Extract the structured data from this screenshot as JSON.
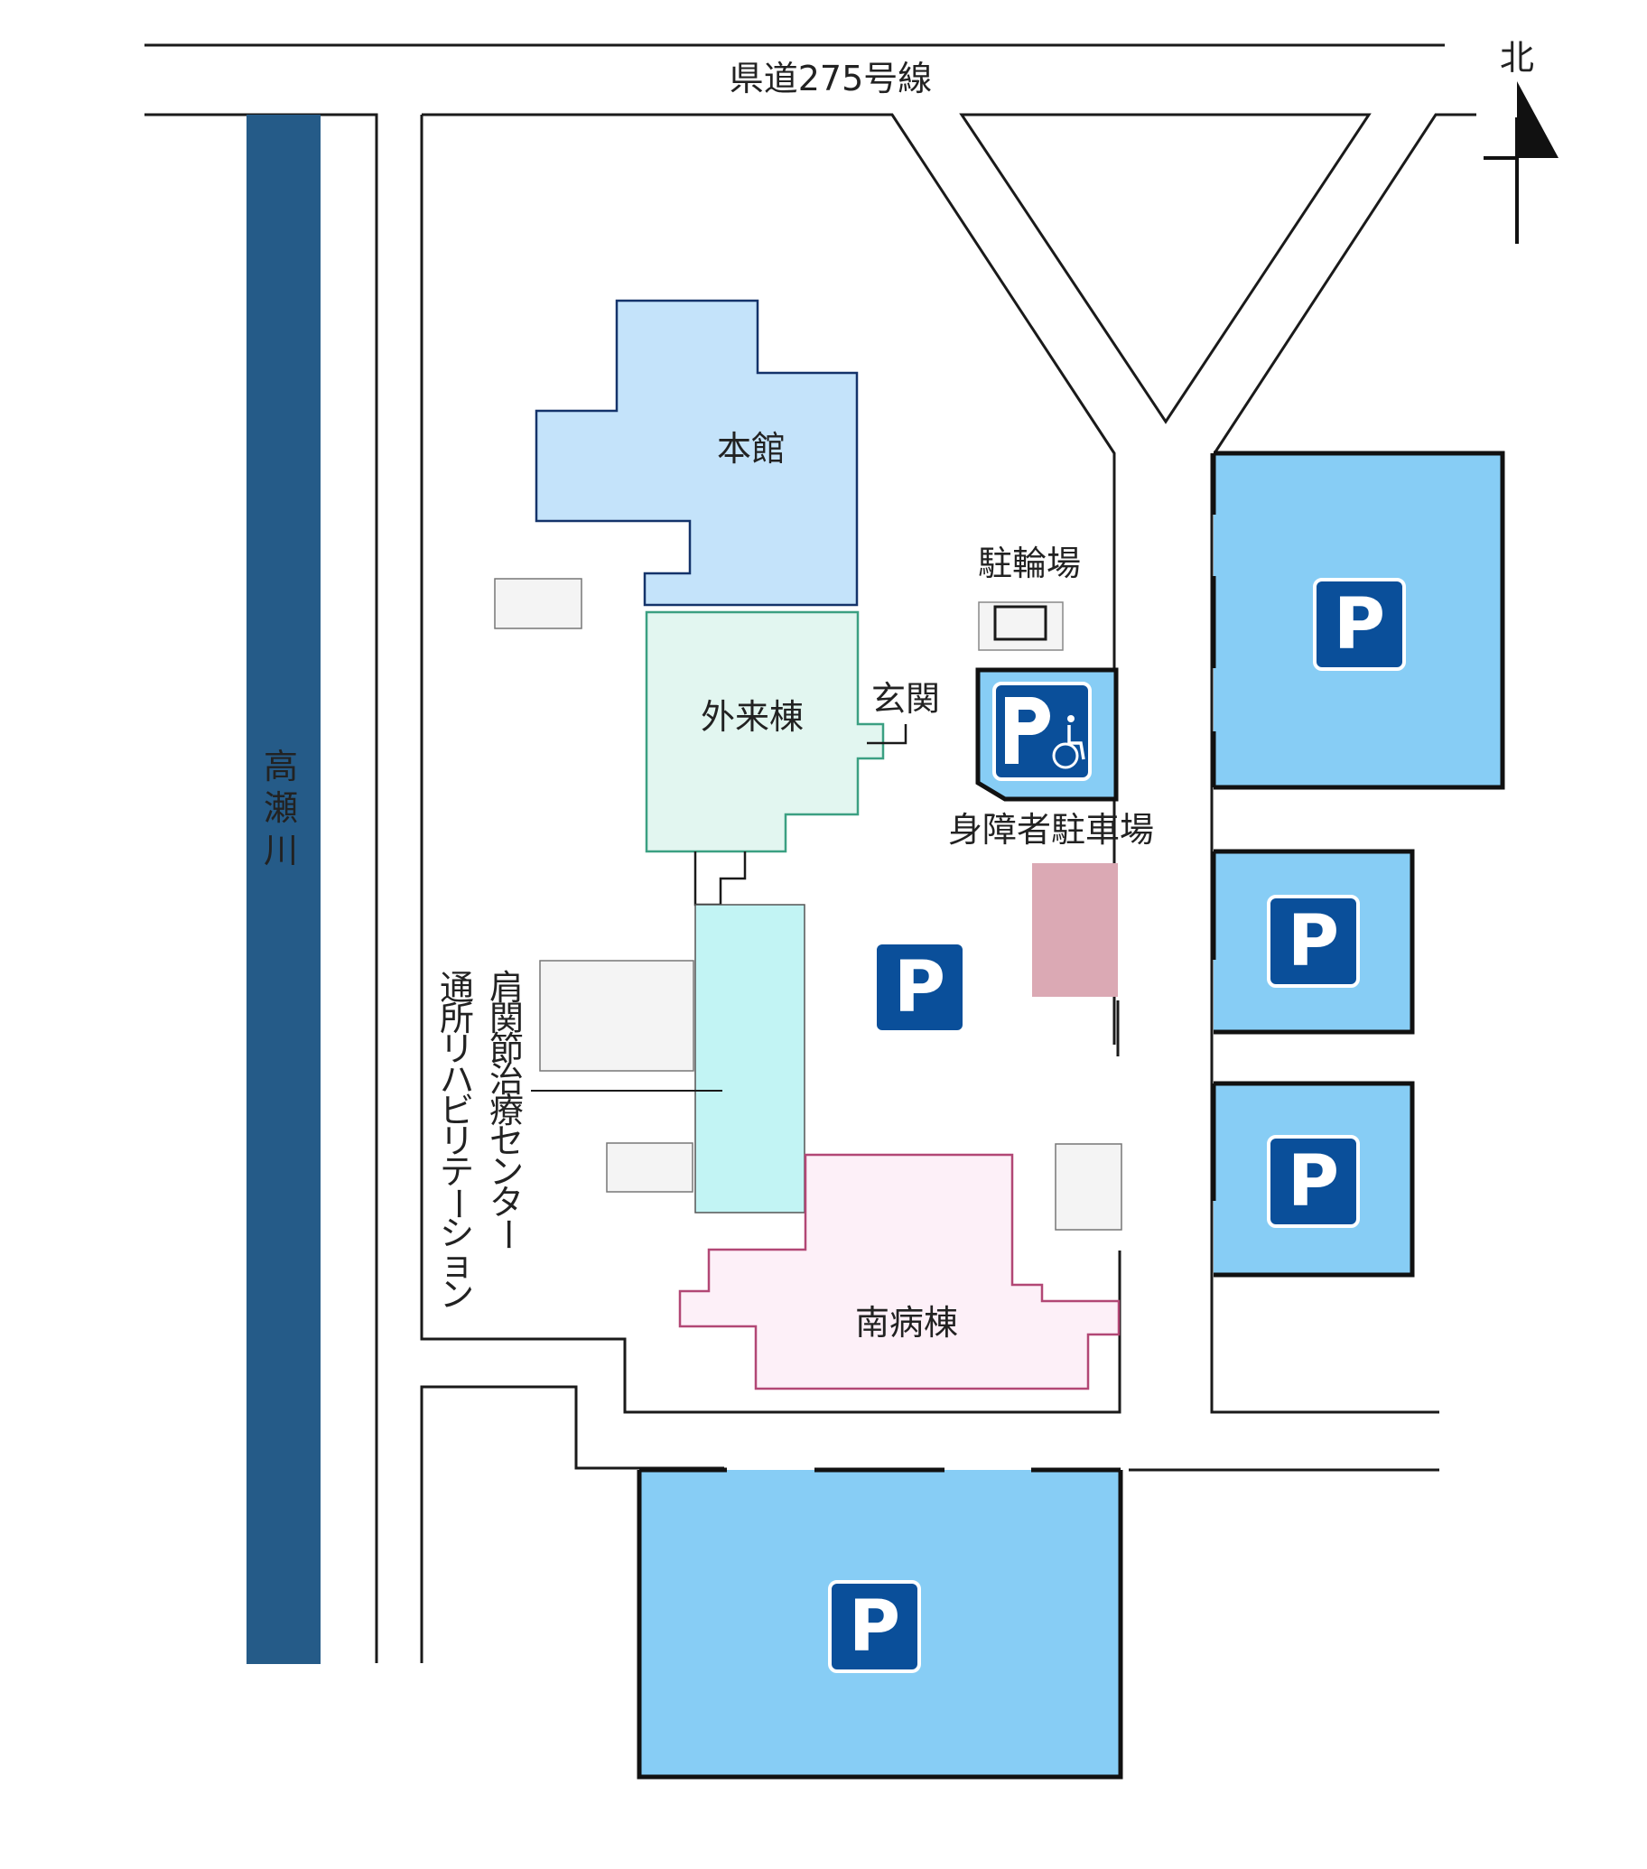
{
  "road_name": "県道275号線",
  "north_label": "北",
  "river_name": [
    "高",
    "瀬",
    "川"
  ],
  "buildings": {
    "honkan": "本館",
    "gairai": "外来棟",
    "entrance": "玄関",
    "minami": "南病棟",
    "shoulder_center": [
      "肩",
      "関",
      "節",
      "治",
      "療",
      "セ",
      "ン",
      "タ",
      "ー"
    ],
    "rehab": [
      "通",
      "所",
      "リ",
      "ハ",
      "ビ",
      "リ",
      "テ",
      "ー",
      "シ",
      "ョ",
      "ン"
    ]
  },
  "bicycle_parking": "駐輪場",
  "accessible_parking": "身障者駐車場",
  "parking_symbol": "P",
  "colors": {
    "river": "#255b88",
    "parking_lot": "#87cdf5",
    "parking_sign": "#0a4f9a",
    "honkan_fill": "#c4e3fa",
    "honkan_stroke": "#14336a",
    "gairai_fill": "#e2f6f0",
    "gairai_stroke": "#3ba082",
    "connector_fill": "#c2f4f4",
    "minami_fill": "#fdf0f8",
    "minami_stroke": "#b24775",
    "entrance_text": "#d05220",
    "reserved_area": "#dba9b4"
  }
}
